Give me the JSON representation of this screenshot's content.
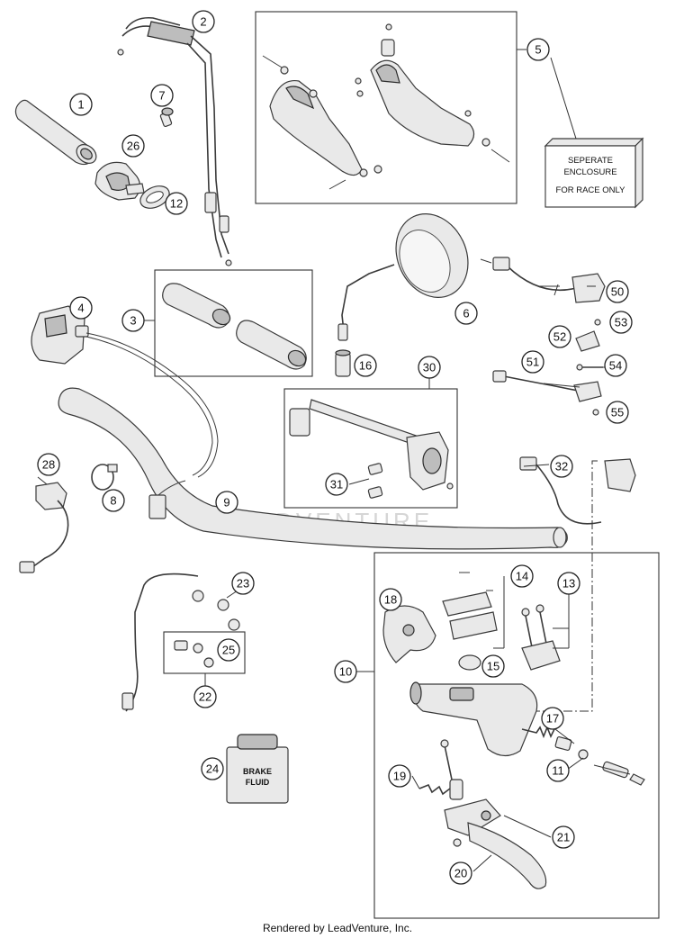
{
  "diagram": {
    "callouts": {
      "c1": "1",
      "c2": "2",
      "c3": "3",
      "c4": "4",
      "c5": "5",
      "c6": "6",
      "c7": "7",
      "c8": "8",
      "c9": "9",
      "c10": "10",
      "c11": "11",
      "c12": "12",
      "c13": "13",
      "c14": "14",
      "c15": "15",
      "c16": "16",
      "c17": "17",
      "c18": "18",
      "c19": "19",
      "c20": "20",
      "c21": "21",
      "c22": "22",
      "c23": "23",
      "c24": "24",
      "c25": "25",
      "c26": "26",
      "c28": "28",
      "c30": "30",
      "c31": "31",
      "c32": "32",
      "c50": "50",
      "c51": "51",
      "c52": "52",
      "c53": "53",
      "c54": "54",
      "c55": "55"
    },
    "enclosure_note": {
      "line1": "SEPERATE",
      "line2": "ENCLOSURE",
      "line3": "FOR RACE ONLY"
    },
    "brake_fluid_label": {
      "line1": "BRAKE",
      "line2": "FLUID"
    },
    "watermark": "LEADVENTURE"
  },
  "footer": {
    "text": "Rendered by LeadVenture, Inc."
  }
}
